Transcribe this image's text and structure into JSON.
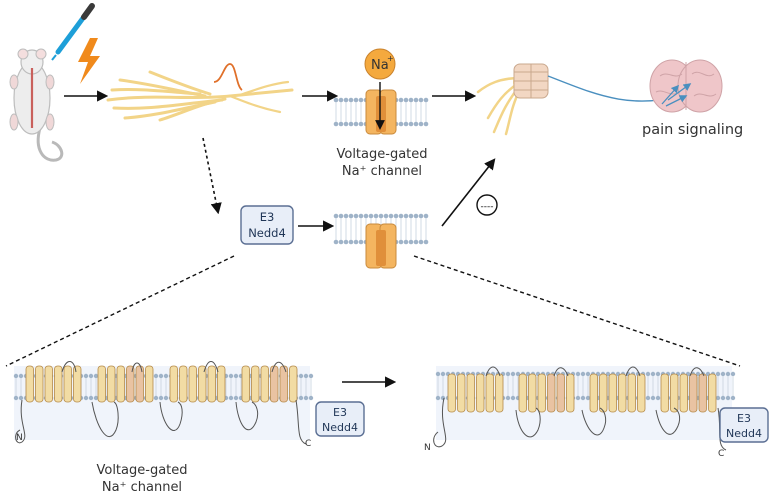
{
  "labels": {
    "ion_top": "Na",
    "ion_top_sup": "+",
    "vgsc_top_line1": "Voltage-gated",
    "vgsc_top_line2": "Na⁺ channel",
    "pain": "pain signaling",
    "e3_top_line1": "E3",
    "e3_top_line2": "Nedd4",
    "inhibit_symbol": "----",
    "vgsc_bottom_line1": "Voltage-gated",
    "vgsc_bottom_line2": "Na⁺ channel",
    "e3_left_line1": "E3",
    "e3_left_line2": "Nedd4",
    "e3_right_line1": "E3",
    "e3_right_line2": "Nedd4",
    "n_left": "N",
    "c_left": "C",
    "n_right": "N",
    "c_right": "C"
  },
  "colors": {
    "helix_fill": "#f2dca4",
    "helix_fill_alt": "#e9c3a2",
    "helix_stroke": "#b58a4a",
    "channel_fill": "#f4b560",
    "channel_core": "#e08f3a",
    "lipid_head": "#9fb3c8",
    "box_fill": "#e8eef8",
    "box_stroke": "#5b6f93",
    "nerve": "#f2d488",
    "lightning": "#f08a1c",
    "pipette": "#1e9fd8",
    "signal": "#4a8fbf",
    "brain": "#efc6c9"
  }
}
